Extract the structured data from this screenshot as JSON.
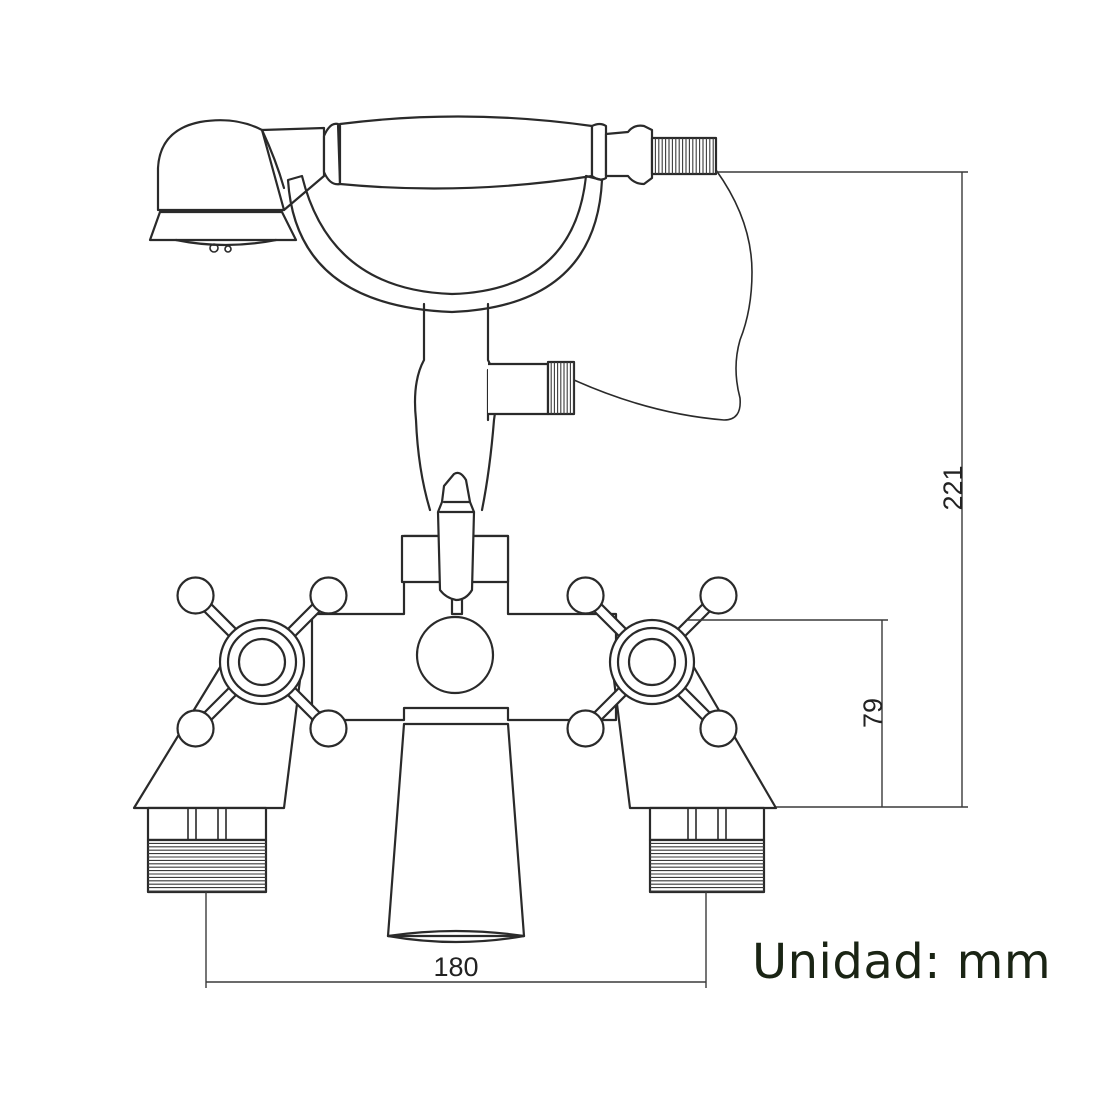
{
  "dimensions": {
    "height_total": "221",
    "height_valve": "79",
    "width_centers": "180"
  },
  "unit_label": "Unidad: mm"
}
